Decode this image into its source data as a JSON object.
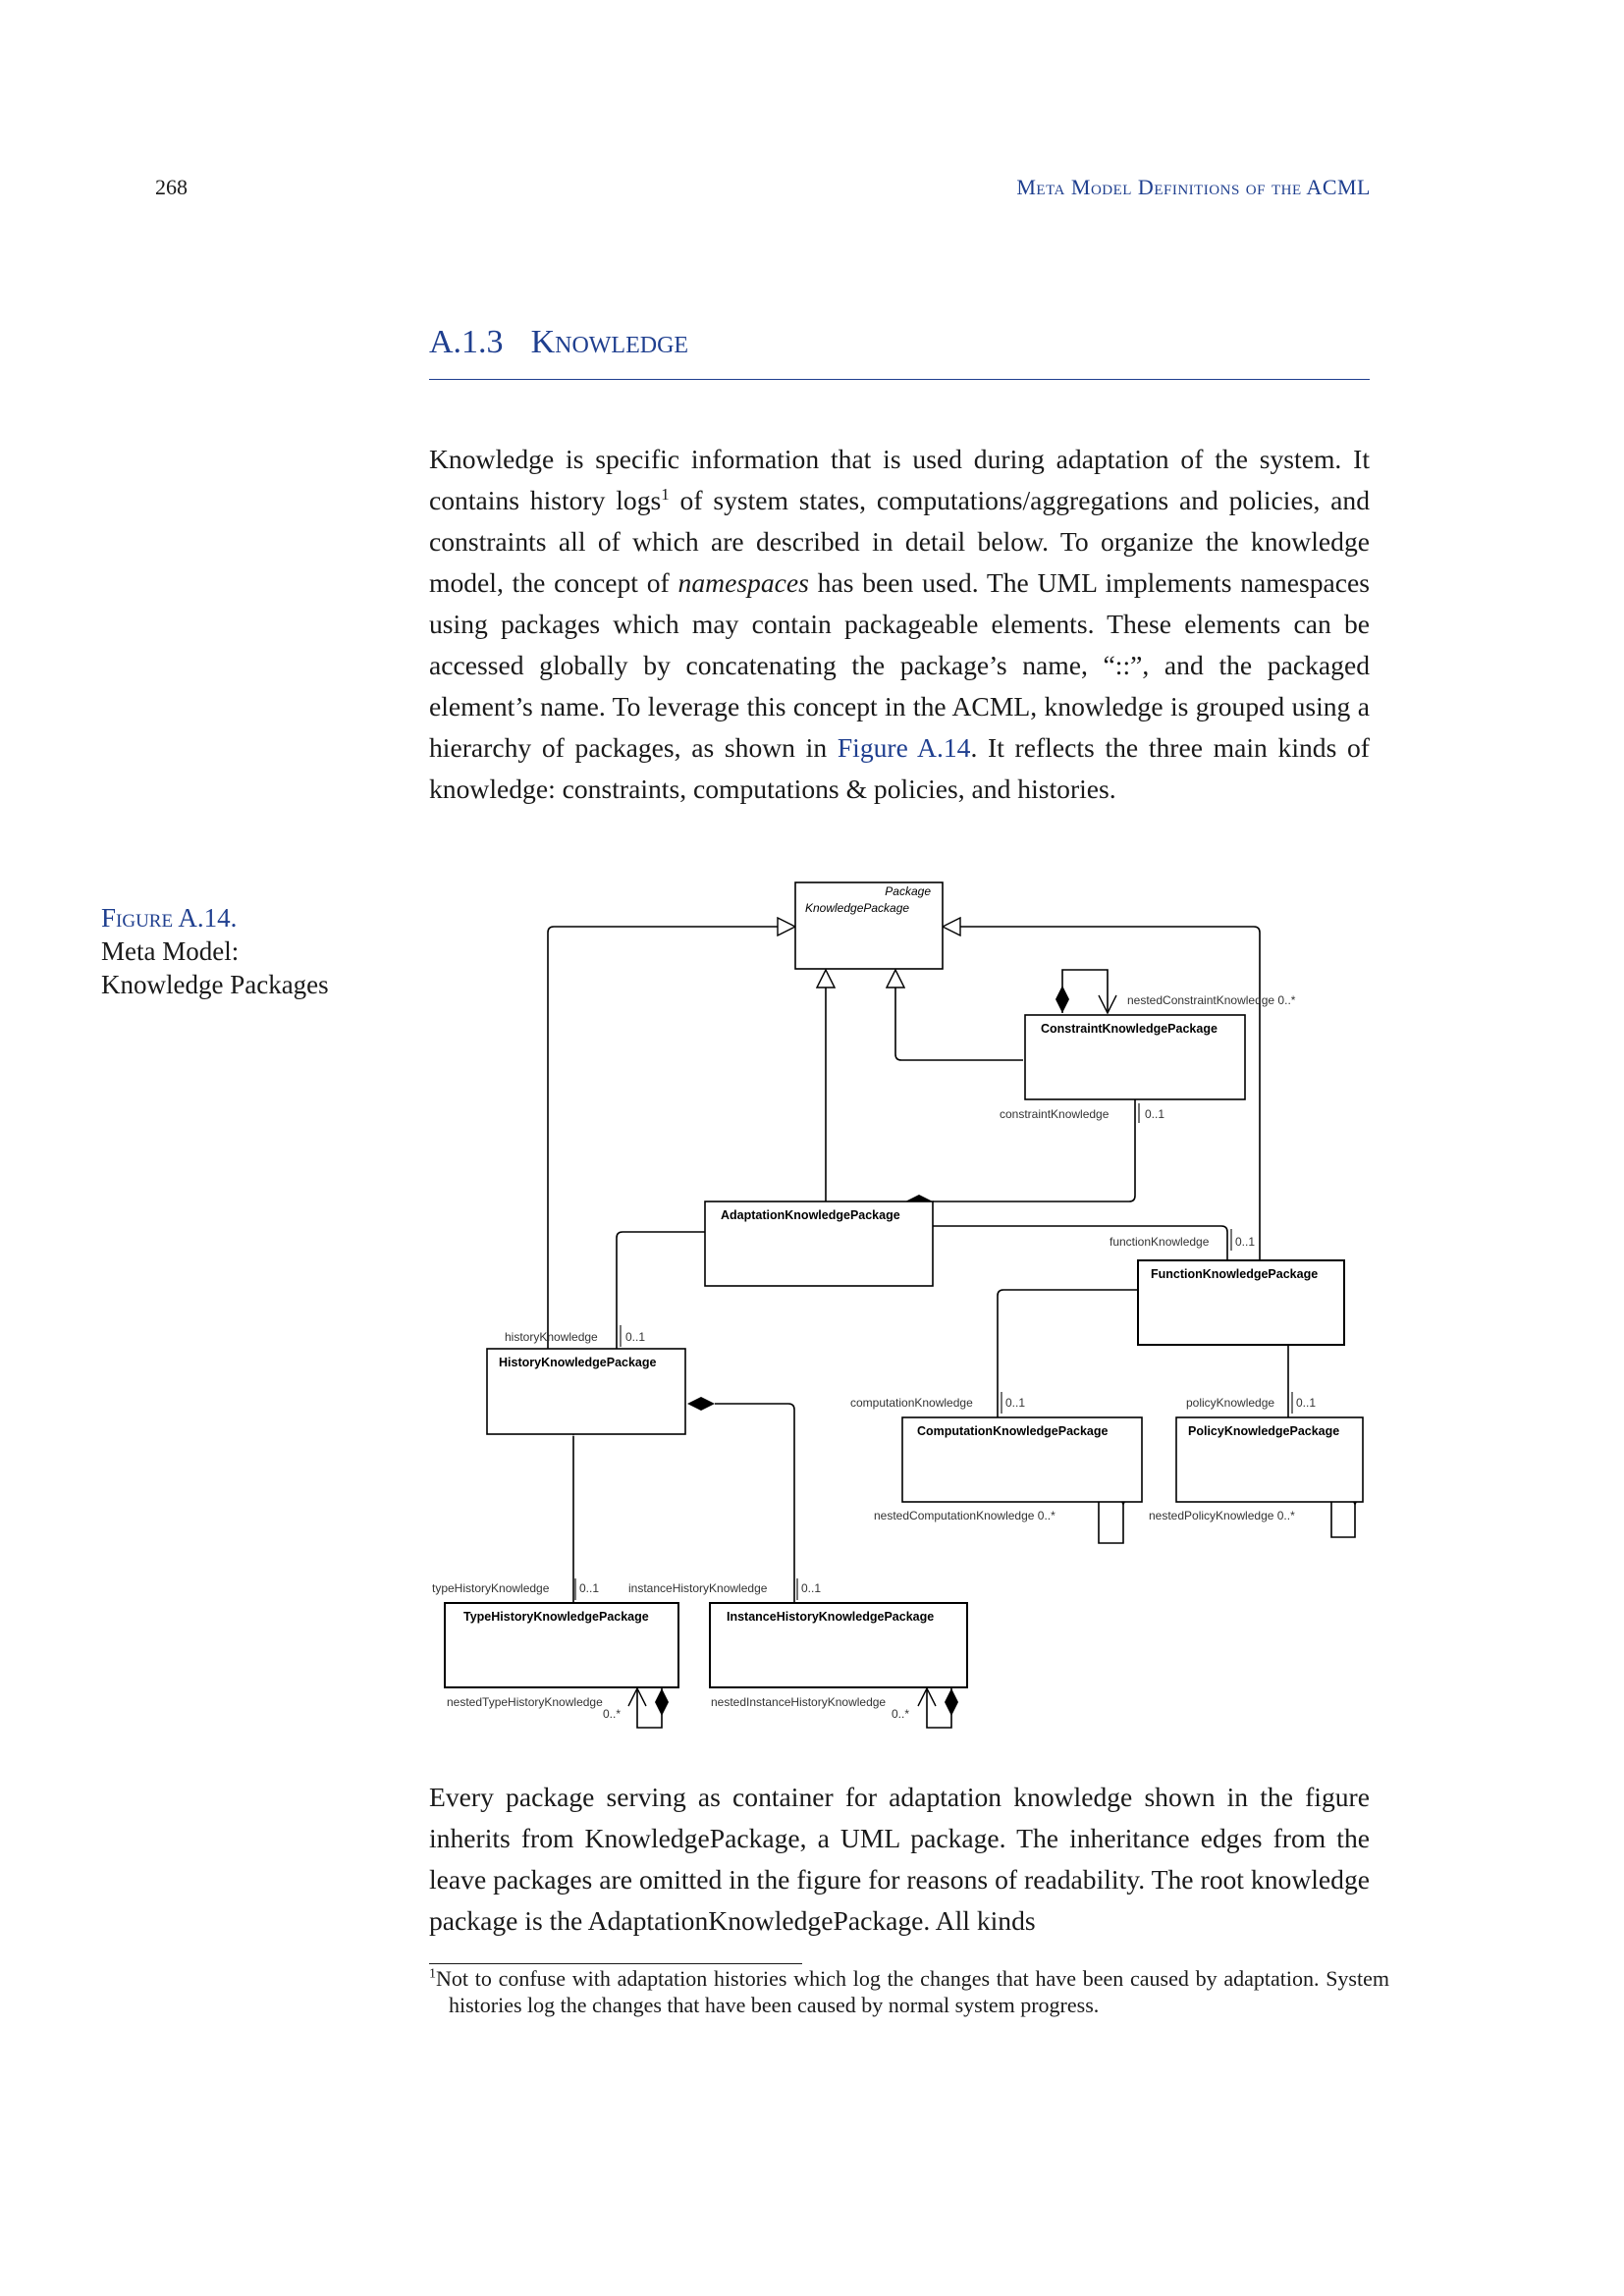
{
  "header": {
    "page_number": "268",
    "running_title": "Meta Model Definitions of the ACML"
  },
  "section": {
    "number": "A.1.3",
    "title": "Knowledge"
  },
  "paragraph1": {
    "part1": "Knowledge is specific information that is used during adaptation of the system. It contains history logs",
    "footnote_marker": "1",
    "part2": " of system states, computations/aggregations and policies, and constraints all of which are described in detail below. To organize the knowledge model, the concept of ",
    "emphasis": "namespaces",
    "part3": " has been used. The UML implements namespaces using packages which may contain packageable elements. These elements can be accessed globally by concatenating the package’s name, “::”, and the packaged element’s name. To leverage this concept in the ACML, knowledge is grouped using a hierarchy of packages, as shown in ",
    "figure_ref": "Figure A.14",
    "part4": ". It reflects the three main kinds of knowledge: constraints, computations & policies, and histories."
  },
  "figure": {
    "label": "Figure A.14.",
    "caption_line1": "Meta Model:",
    "caption_line2": "Knowledge Packages",
    "diagram": {
      "stereotype": "Package",
      "classes": {
        "knowledge_package": "KnowledgePackage",
        "constraint": "ConstraintKnowledgePackage",
        "adaptation": "AdaptationKnowledgePackage",
        "function": "FunctionKnowledgePackage",
        "history": "HistoryKnowledgePackage",
        "computation": "ComputationKnowledgePackage",
        "policy": "PolicyKnowledgePackage",
        "type_history": "TypeHistoryKnowledgePackage",
        "instance_history": "InstanceHistoryKnowledgePackage"
      },
      "roles": {
        "nested_constraint": "nestedConstraintKnowledge 0..*",
        "constraint_knowledge": "constraintKnowledge",
        "constraint_mult": "0..1",
        "function_knowledge": "functionKnowledge",
        "function_mult": "0..1",
        "history_knowledge": "historyKnowledge",
        "history_mult": "0..1",
        "computation_knowledge": "computationKnowledge",
        "computation_mult": "0..1",
        "policy_knowledge": "policyKnowledge",
        "policy_mult": "0..1",
        "nested_computation": "nestedComputationKnowledge 0..*",
        "nested_policy": "nestedPolicyKnowledge 0..*",
        "type_history_knowledge": "typeHistoryKnowledge",
        "type_history_mult": "0..1",
        "instance_history_knowledge": "instanceHistoryKnowledge",
        "instance_history_mult": "0..1",
        "nested_type_history": "nestedTypeHistoryKnowledge",
        "nested_type_history_mult": "0..*",
        "nested_instance_history": "nestedInstanceHistoryKnowledge",
        "nested_instance_history_mult": "0..*"
      }
    }
  },
  "paragraph2": {
    "text": "Every package serving as container for adaptation knowledge shown in the figure inherits from KnowledgePackage, a UML package. The inheritance edges from the leave packages are omitted in the figure for reasons of readability. The root knowledge package is the AdaptationKnowledgePackage. All kinds"
  },
  "footnote": {
    "marker": "1",
    "text": "Not to confuse with adaptation histories which log the changes that have been caused by adaptation. System histories log the changes that have been caused by normal system progress."
  }
}
